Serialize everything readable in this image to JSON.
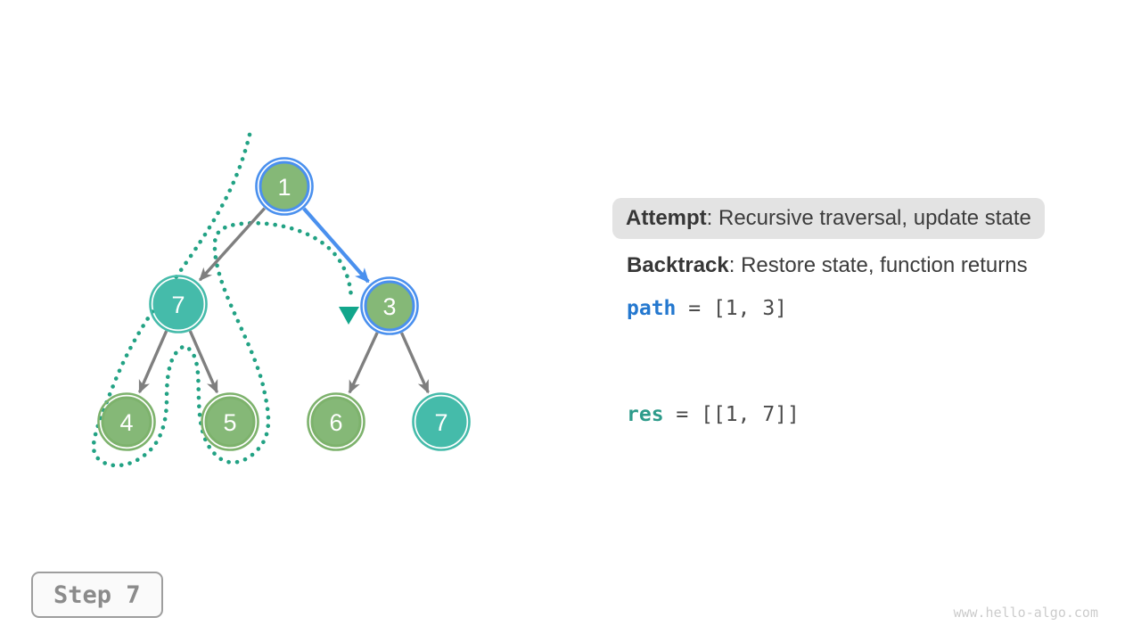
{
  "panel": {
    "attempt": {
      "label": "Attempt",
      "text": ": Recursive traversal, update state"
    },
    "backtrack": {
      "label": "Backtrack",
      "text": ": Restore state, function returns"
    },
    "path": {
      "label": "path",
      "value": " = [1, 3]"
    },
    "res": {
      "label": "res",
      "value": " = [[1, 7]]"
    }
  },
  "step": {
    "label": "Step 7"
  },
  "watermark": "www.hello-algo.com",
  "tree": {
    "nodes": [
      {
        "value": "1",
        "state": "current-path-blue-ring"
      },
      {
        "value": "7",
        "state": "visited-teal"
      },
      {
        "value": "3",
        "state": "current-path-blue-ring"
      },
      {
        "value": "4",
        "state": "unvisited-green"
      },
      {
        "value": "5",
        "state": "unvisited-green"
      },
      {
        "value": "6",
        "state": "unvisited-green"
      },
      {
        "value": "7",
        "state": "visited-teal"
      }
    ],
    "edges": [
      {
        "from": "1",
        "to": "7",
        "style": "gray"
      },
      {
        "from": "1",
        "to": "3",
        "style": "blue-active"
      },
      {
        "from": "7",
        "to": "4",
        "style": "gray"
      },
      {
        "from": "7",
        "to": "5",
        "style": "gray"
      },
      {
        "from": "3",
        "to": "6",
        "style": "gray"
      },
      {
        "from": "3",
        "to": "7",
        "style": "gray"
      }
    ],
    "traversal_trail": "dotted teal loop around left subtree, arriving at node 3"
  },
  "colors": {
    "node_green": "#85b877",
    "node_teal": "#45bbaa",
    "ring_blue": "#4a90ee",
    "edge_gray": "#7f7f7f",
    "edge_blue": "#4a90ee",
    "trail_teal": "#22a284",
    "arrowhead_teal": "#12a68b",
    "path_var_blue": "#2478cf",
    "res_var_teal": "#2d9b8a",
    "attempt_bg": "#e3e3e3",
    "text_dark": "#3c3c3c",
    "step_text_gray": "#8b8b8b",
    "watermark_gray": "#cccccc"
  }
}
